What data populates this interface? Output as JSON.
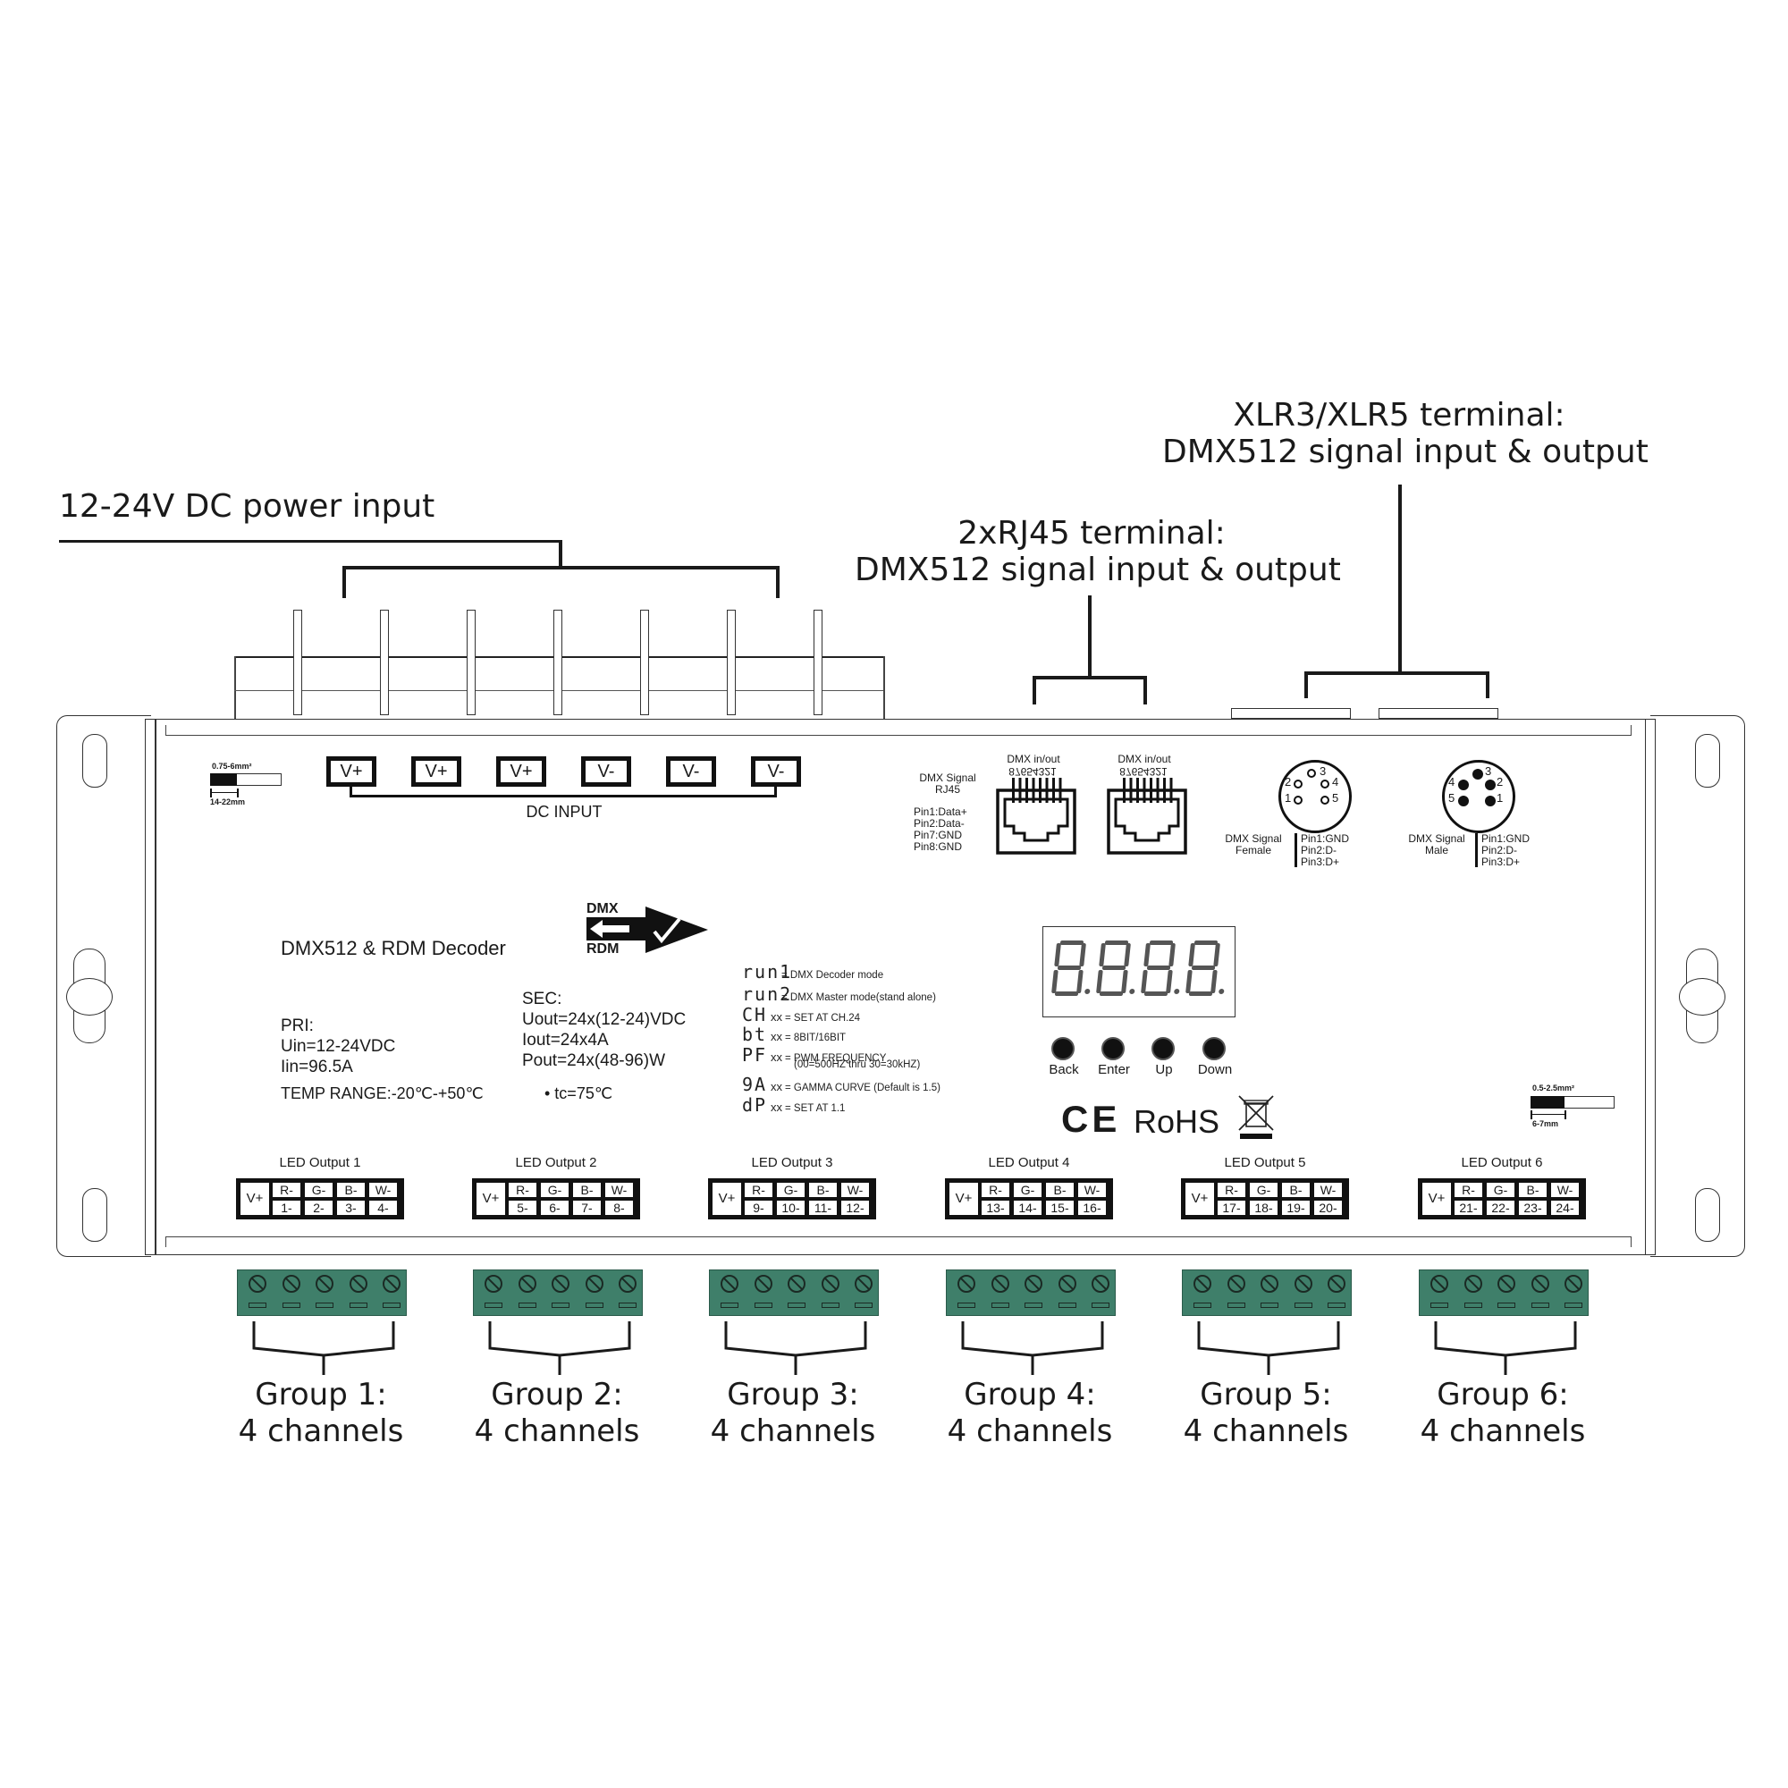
{
  "callouts": {
    "power": "12-24V DC power input",
    "rj45_line1": "2xRJ45 terminal:",
    "rj45_line2": "DMX512 signal input & output",
    "xlr_line1": "XLR3/XLR5 terminal:",
    "xlr_line2": "DMX512 signal input & output"
  },
  "wire_spec_left": {
    "gauge": "0.75-6mm²",
    "strip": "14-22mm"
  },
  "wire_spec_right": {
    "gauge": "0.5-2.5mm²",
    "strip": "6-7mm"
  },
  "dc_input": {
    "label": "DC INPUT",
    "terminals": [
      "V+",
      "V+",
      "V+",
      "V-",
      "V-",
      "V-"
    ]
  },
  "rj45": {
    "title_line1": "DMX Signal",
    "title_line2": "RJ45",
    "pins": [
      "Pin1:Data+",
      "Pin2:Data-",
      "Pin7:GND",
      "Pin8:GND"
    ],
    "ports": [
      {
        "label": "DMX in/out",
        "pin_numbers": "87654321"
      },
      {
        "label": "DMX in/out",
        "pin_numbers": "87654321"
      }
    ]
  },
  "xlr": {
    "female": {
      "title_line1": "DMX Signal",
      "title_line2": "Female",
      "pin_numbers": [
        "1",
        "2",
        "3",
        "4",
        "5"
      ]
    },
    "male": {
      "title_line1": "DMX Signal",
      "title_line2": "Male",
      "pin_numbers": [
        "1",
        "2",
        "3",
        "4",
        "5"
      ]
    },
    "pins": [
      "Pin1:GND",
      "Pin2:D-",
      "Pin3:D+"
    ]
  },
  "device": {
    "title": "DMX512 & RDM Decoder",
    "logo": {
      "top": "DMX",
      "bottom": "RDM"
    },
    "pri": {
      "header": "PRI:",
      "lines": [
        "Uin=12-24VDC",
        "Iin=96.5A"
      ]
    },
    "sec": {
      "header": "SEC:",
      "lines": [
        "Uout=24x(12-24)VDC",
        "Iout=24x4A",
        "Pout=24x(48-96)W"
      ]
    },
    "temp_range": "TEMP RANGE:-20℃-+50℃",
    "tc": "• tc=75℃"
  },
  "display_legend": [
    {
      "code": "run1",
      "suffix": "",
      "desc": "= DMX Decoder mode"
    },
    {
      "code": "run2",
      "suffix": "",
      "desc": "= DMX Master mode(stand alone)"
    },
    {
      "code": "CH",
      "suffix": "xx",
      "desc": "= SET AT CH.24"
    },
    {
      "code": "bt",
      "suffix": "xx",
      "desc": "= 8BIT/16BIT"
    },
    {
      "code": "PF",
      "suffix": "xx",
      "desc": "= PWM FREQUENCY",
      "desc2": "(00=500HZ thru 30=30kHZ)"
    },
    {
      "code": "9A",
      "suffix": "xx",
      "desc": "= GAMMA CURVE (Default is 1.5)"
    },
    {
      "code": "dP",
      "suffix": "xx",
      "desc": "= SET AT 1.1"
    }
  ],
  "display": {
    "digits": 4,
    "value": "8.8.8.8."
  },
  "buttons": [
    "Back",
    "Enter",
    "Up",
    "Down"
  ],
  "certifications": {
    "ce": "CE",
    "rohs": "RoHS",
    "weee": "weee-bin"
  },
  "led_outputs": [
    {
      "label": "LED Output 1",
      "vplus": "V+",
      "colors": [
        "R-",
        "G-",
        "B-",
        "W-"
      ],
      "channels": [
        "1-",
        "2-",
        "3-",
        "4-"
      ]
    },
    {
      "label": "LED Output 2",
      "vplus": "V+",
      "colors": [
        "R-",
        "G-",
        "B-",
        "W-"
      ],
      "channels": [
        "5-",
        "6-",
        "7-",
        "8-"
      ]
    },
    {
      "label": "LED Output 3",
      "vplus": "V+",
      "colors": [
        "R-",
        "G-",
        "B-",
        "W-"
      ],
      "channels": [
        "9-",
        "10-",
        "11-",
        "12-"
      ]
    },
    {
      "label": "LED Output 4",
      "vplus": "V+",
      "colors": [
        "R-",
        "G-",
        "B-",
        "W-"
      ],
      "channels": [
        "13-",
        "14-",
        "15-",
        "16-"
      ]
    },
    {
      "label": "LED Output 5",
      "vplus": "V+",
      "colors": [
        "R-",
        "G-",
        "B-",
        "W-"
      ],
      "channels": [
        "17-",
        "18-",
        "19-",
        "20-"
      ]
    },
    {
      "label": "LED Output 6",
      "vplus": "V+",
      "colors": [
        "R-",
        "G-",
        "B-",
        "W-"
      ],
      "channels": [
        "21-",
        "22-",
        "23-",
        "24-"
      ]
    }
  ],
  "groups": [
    {
      "line1": "Group 1:",
      "line2": "4 channels"
    },
    {
      "line1": "Group 2:",
      "line2": "4 channels"
    },
    {
      "line1": "Group 3:",
      "line2": "4 channels"
    },
    {
      "line1": "Group 4:",
      "line2": "4 channels"
    },
    {
      "line1": "Group 5:",
      "line2": "4 channels"
    },
    {
      "line1": "Group 6:",
      "line2": "4 channels"
    }
  ],
  "colors": {
    "terminal_green": "#3f7f6a",
    "ink": "#1a1a1a",
    "display_segment": "#555555"
  }
}
